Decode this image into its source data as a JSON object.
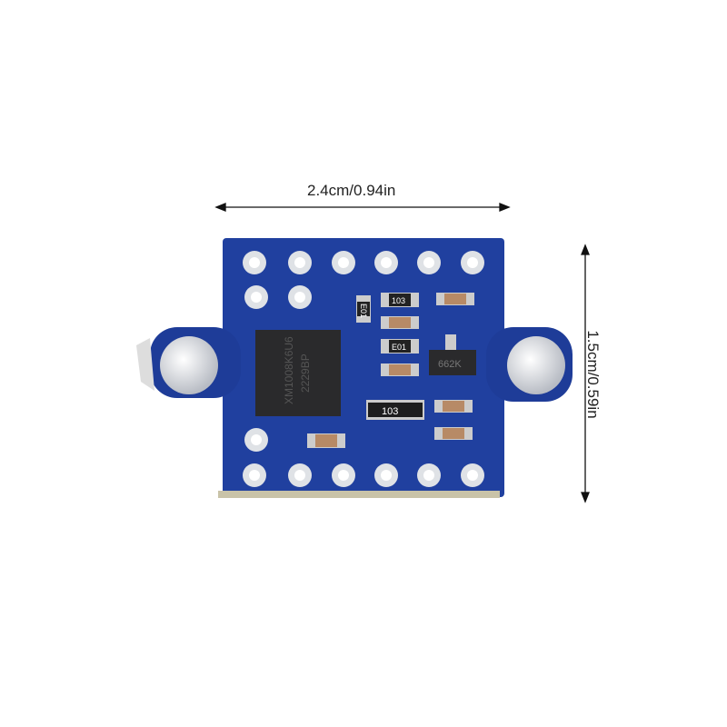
{
  "dimensions": {
    "width_label": "2.4cm/0.94in",
    "height_label": "1.5cm/0.59in"
  },
  "board": {
    "color": "#1f3f9e",
    "chip_marking_line1": "XM1008K6U6",
    "chip_marking_line2": "2229BP",
    "resistor_top": "103",
    "resistor_e01_a": "E01",
    "resistor_e01_b": "E01",
    "regulator_marking": "662K",
    "resistor_array": "103"
  }
}
